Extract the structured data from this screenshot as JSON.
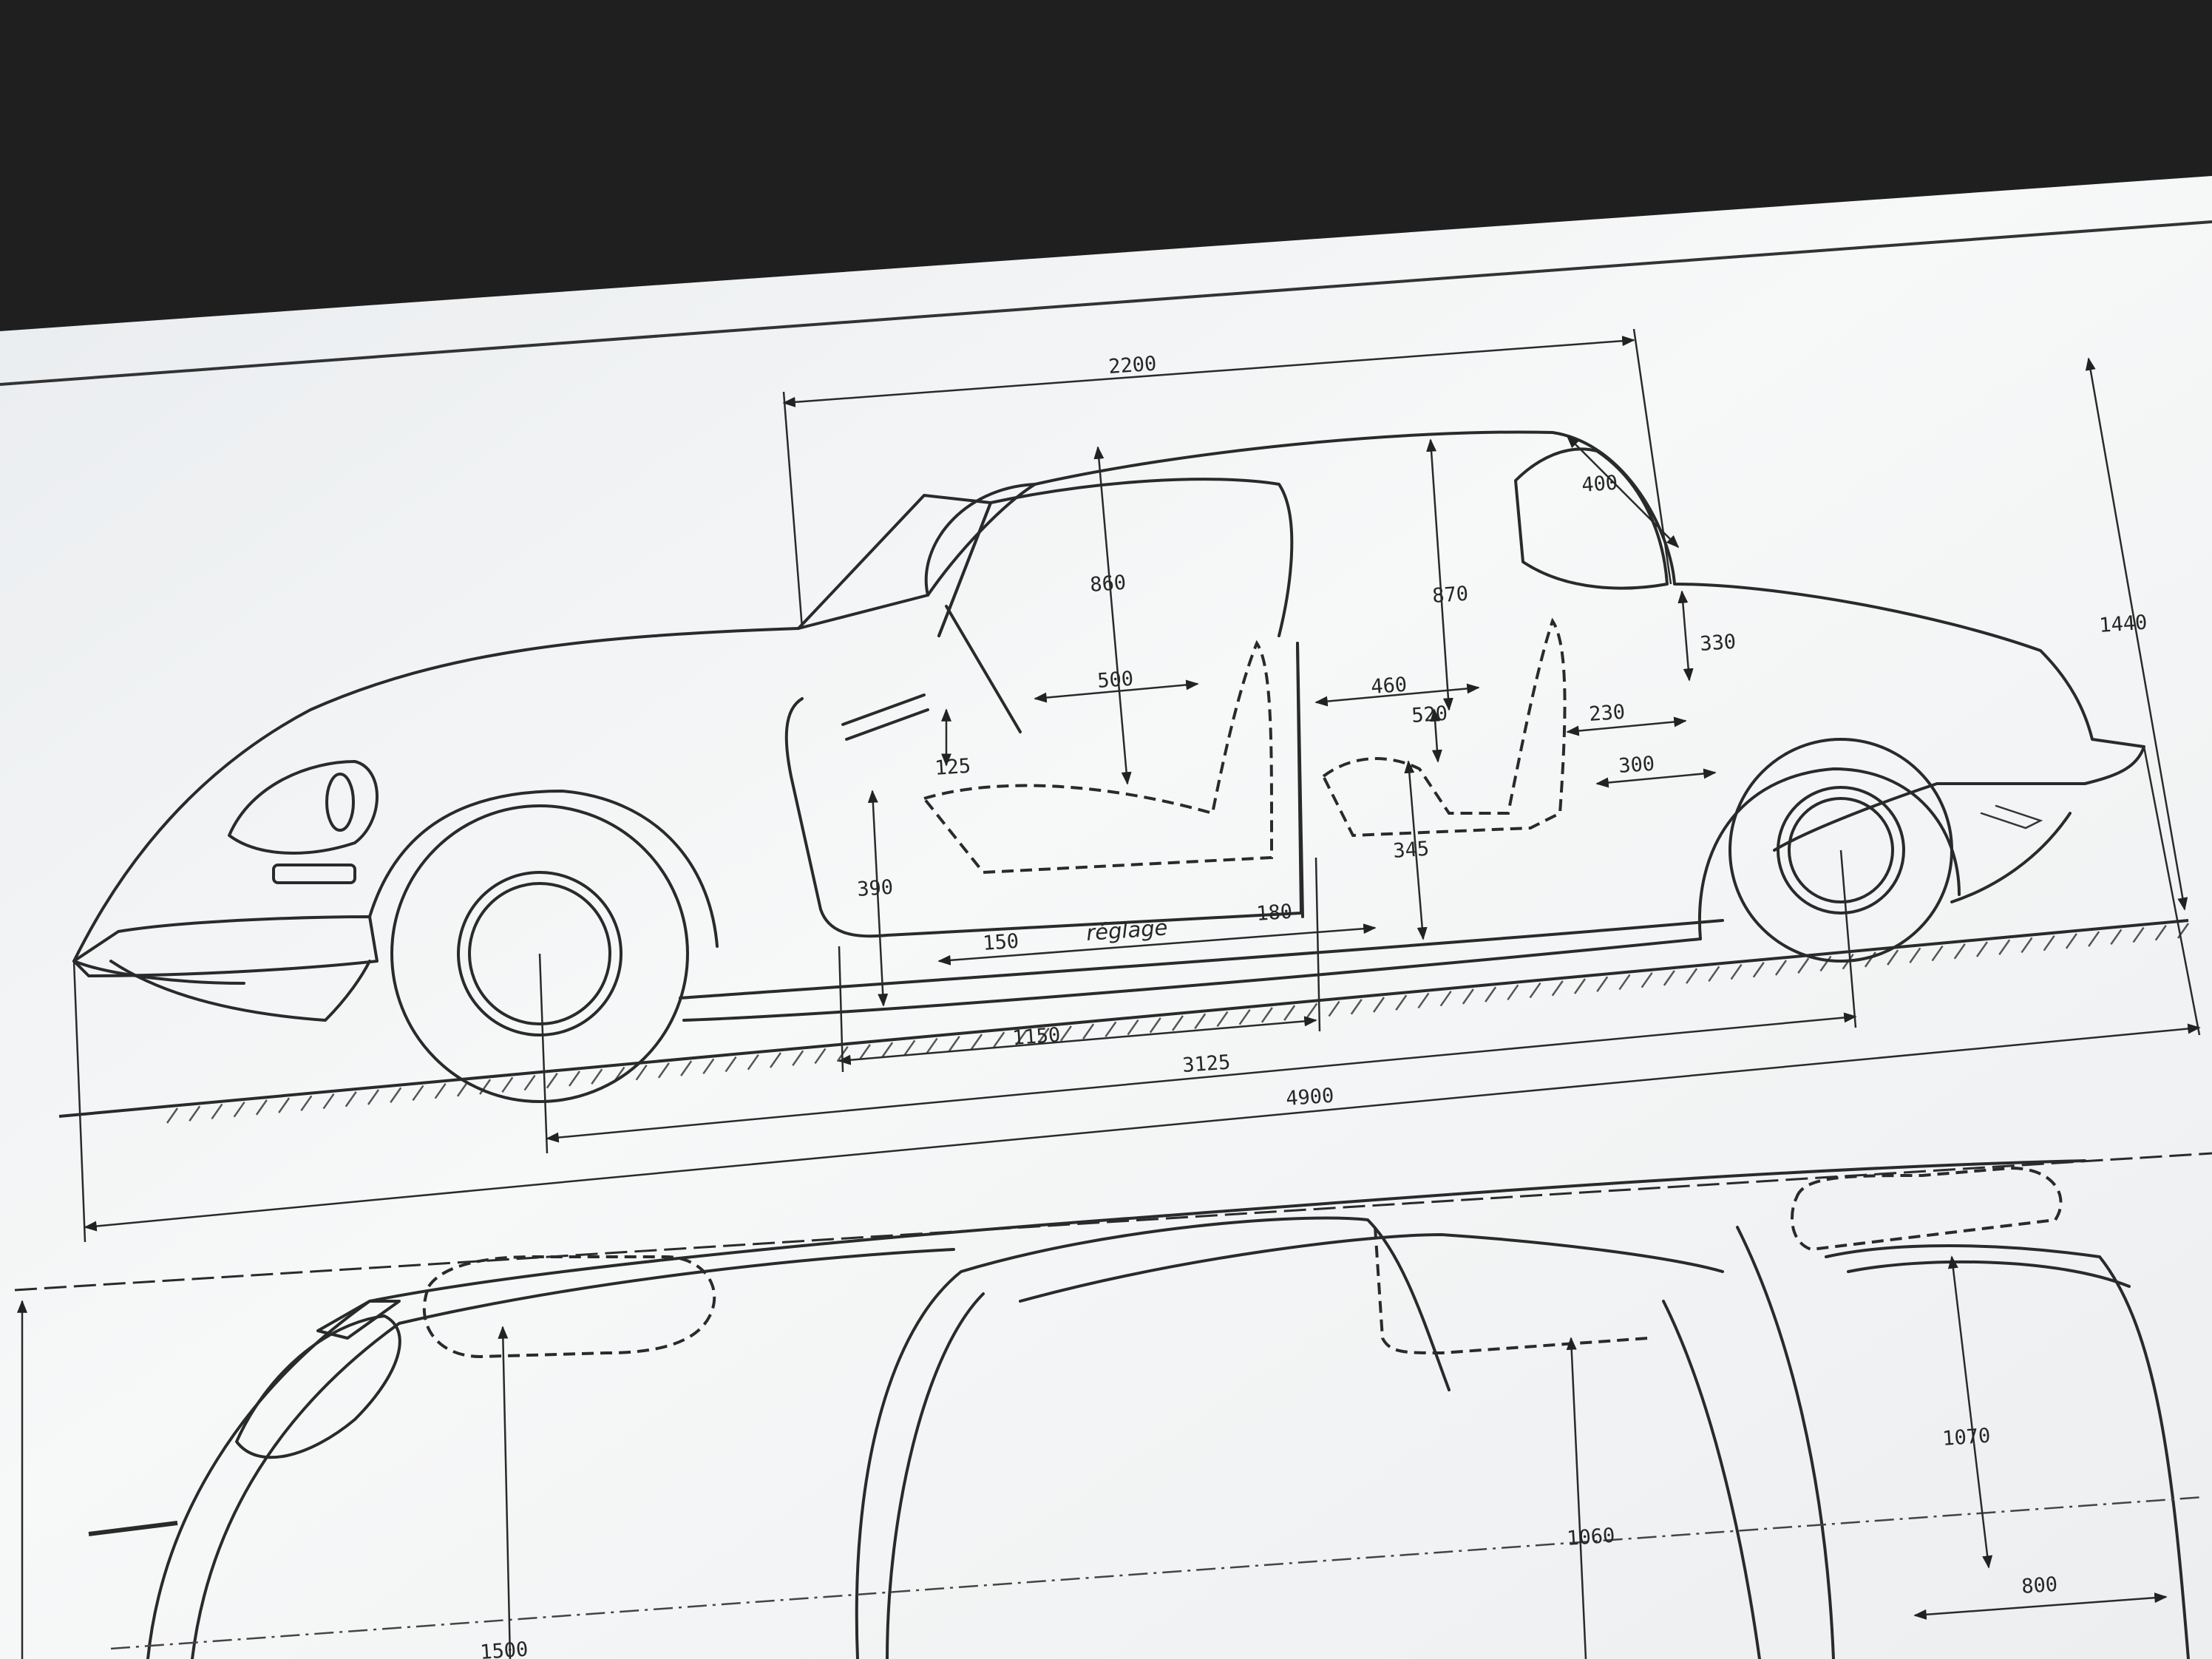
{
  "drawing": {
    "side_view": {
      "dimensions": {
        "d2200": "2200",
        "d400": "400",
        "d860": "860",
        "d870": "870",
        "d1440": "1440",
        "d500": "500",
        "d460": "460",
        "d520": "520",
        "d330": "330",
        "d230": "230",
        "d300": "300",
        "d125": "125",
        "d390": "390",
        "d345": "345",
        "d150": "150",
        "reglage": "réglage",
        "d180": "180",
        "d1150": "1150",
        "d3125": "3125",
        "d4900": "4900"
      }
    },
    "top_view": {
      "dimensions": {
        "d1070": "1070",
        "d1060": "1060",
        "d800": "800",
        "d1500": "1500"
      }
    }
  }
}
